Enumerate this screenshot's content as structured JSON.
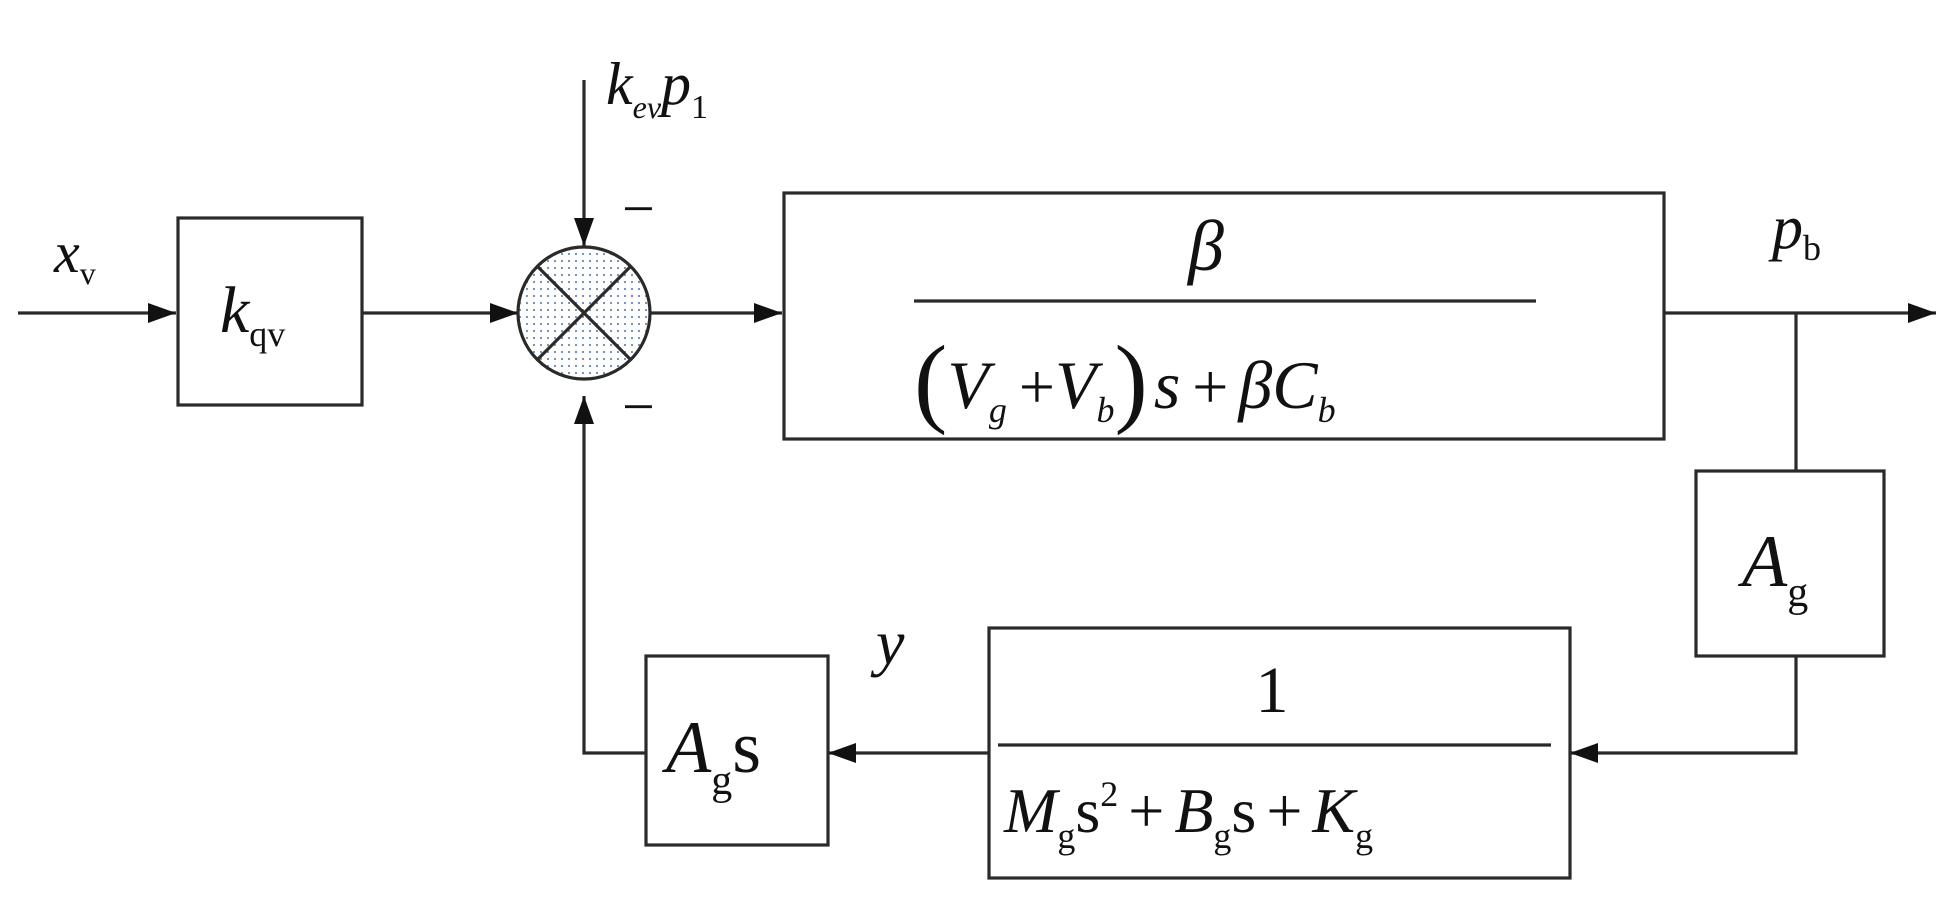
{
  "signals": {
    "input": {
      "main": "x",
      "sub": "v"
    },
    "disturbance": {
      "main1": "k",
      "sub1": "ev",
      "main2": "p",
      "sub2": "1"
    },
    "output": {
      "main": "p",
      "sub": "b"
    },
    "intermediate": {
      "main": "y"
    }
  },
  "summing_junction": {
    "sign_top": "−",
    "sign_bottom": "−"
  },
  "blocks": {
    "k_qv": {
      "main": "k",
      "sub": "qv"
    },
    "plant": {
      "numerator": "β",
      "den": {
        "lparen": "(",
        "v1": "V",
        "v1sub": "g",
        "plus1": "+",
        "v2": "V",
        "v2sub": "b",
        "rparen": ")",
        "s": "s",
        "plus2": "+",
        "beta": "β",
        "c": "C",
        "csub": "b"
      }
    },
    "a_g": {
      "main": "A",
      "sub": "g"
    },
    "mass": {
      "numerator": "1",
      "den": {
        "m": "M",
        "msub": "g",
        "s1": "s",
        "sup": "2",
        "plus1": "+",
        "b": "B",
        "bsub": "g",
        "s2": "s",
        "plus2": "+",
        "k": "K",
        "ksub": "g"
      }
    },
    "a_g_s": {
      "main": "A",
      "sub": "g",
      "s": "s"
    }
  }
}
